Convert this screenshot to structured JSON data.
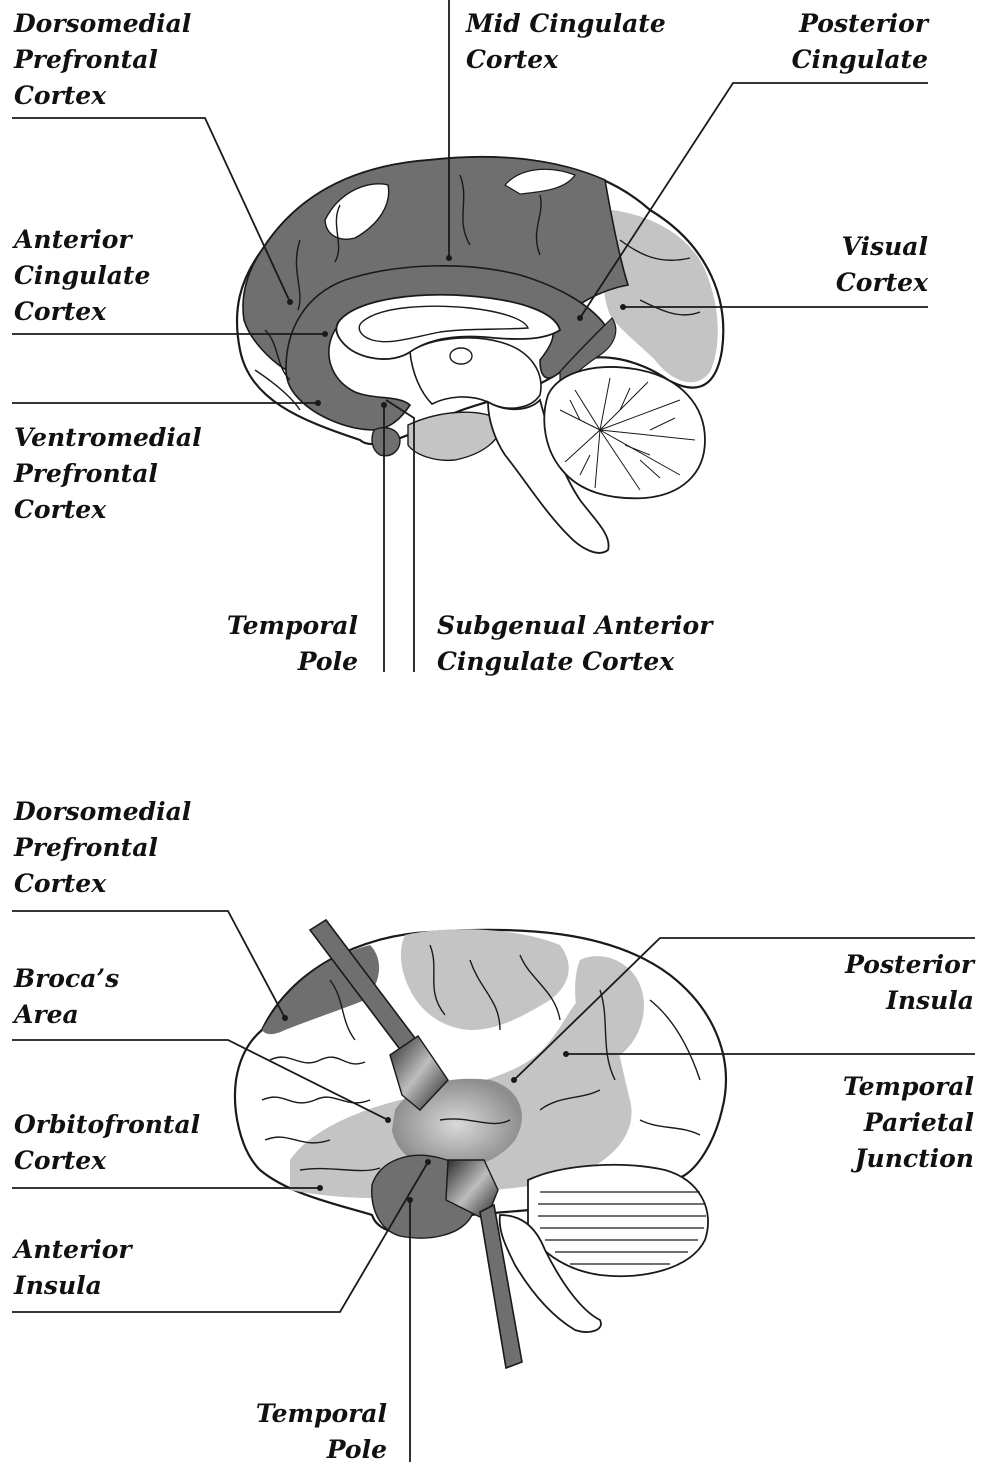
{
  "colors": {
    "dark_region": "#6f6f6f",
    "light_region": "#c4c4c4",
    "outline": "#1a1a1a",
    "background": "#ffffff"
  },
  "medial_view": {
    "labels": {
      "dmpfc": [
        "Dorsomedial",
        "Prefrontal",
        "Cortex"
      ],
      "mcc": [
        "Mid Cingulate",
        "Cortex"
      ],
      "pcc": [
        "Posterior",
        "Cingulate"
      ],
      "acc": [
        "Anterior",
        "Cingulate",
        "Cortex"
      ],
      "visual": [
        "Visual",
        "Cortex"
      ],
      "vmpfc": [
        "Ventromedial",
        "Prefrontal",
        "Cortex"
      ],
      "temporal_pole": [
        "Temporal",
        "Pole"
      ],
      "sgacc": [
        "Subgenual Anterior",
        "Cingulate Cortex"
      ]
    }
  },
  "lateral_view": {
    "labels": {
      "dmpfc": [
        "Dorsomedial",
        "Prefrontal",
        "Cortex"
      ],
      "broca": [
        "Broca’s",
        "Area"
      ],
      "ofc": [
        "Orbitofrontal",
        "Cortex"
      ],
      "anterior_insula": [
        "Anterior",
        "Insula"
      ],
      "temporal_pole": [
        "Temporal",
        "Pole"
      ],
      "posterior_insula": [
        "Posterior",
        "Insula"
      ],
      "tpj": [
        "Temporal",
        "Parietal",
        "Junction"
      ]
    }
  }
}
